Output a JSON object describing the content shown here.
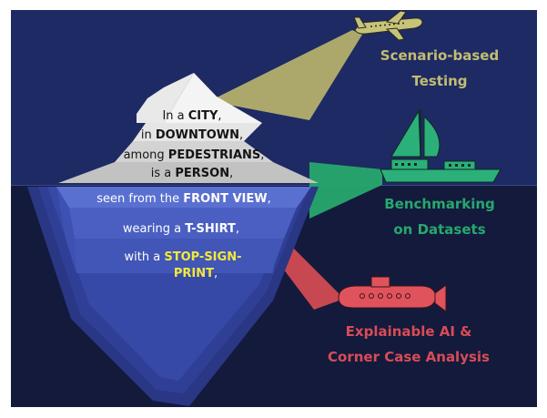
{
  "colors": {
    "sky": "#1e2a63",
    "sea": "#131a3c",
    "scenario": "#c2bd73",
    "benchmark": "#27a86d",
    "explainable": "#d84c55",
    "highlight": "#f2e93a"
  },
  "iceberg": {
    "above_water": [
      {
        "pre": "In a ",
        "bold": "CITY",
        "post": ","
      },
      {
        "pre": "in ",
        "bold": "DOWNTOWN",
        "post": ","
      },
      {
        "pre": "among ",
        "bold": "PEDESTRIANS",
        "post": ","
      },
      {
        "pre": "is a ",
        "bold": "PERSON",
        "post": ","
      }
    ],
    "below_water": {
      "line1": {
        "pre": "seen from the ",
        "bold": "FRONT VIEW",
        "post": ","
      },
      "line2": {
        "pre": "wearing a ",
        "bold": "T-SHIRT",
        "post": ","
      },
      "line3": {
        "pre": "with a ",
        "highlight": "STOP-SIGN-"
      },
      "line4": {
        "highlight": "PRINT",
        "post": ","
      }
    }
  },
  "labels": {
    "scenario": [
      "Scenario-based",
      "Testing"
    ],
    "benchmark": [
      "Benchmarking",
      "on Datasets"
    ],
    "explainable": [
      "Explainable AI &",
      "Corner Case Analysis"
    ]
  },
  "icons": {
    "airplane": "airplane-icon",
    "ship": "ship-icon",
    "submarine": "submarine-icon"
  }
}
